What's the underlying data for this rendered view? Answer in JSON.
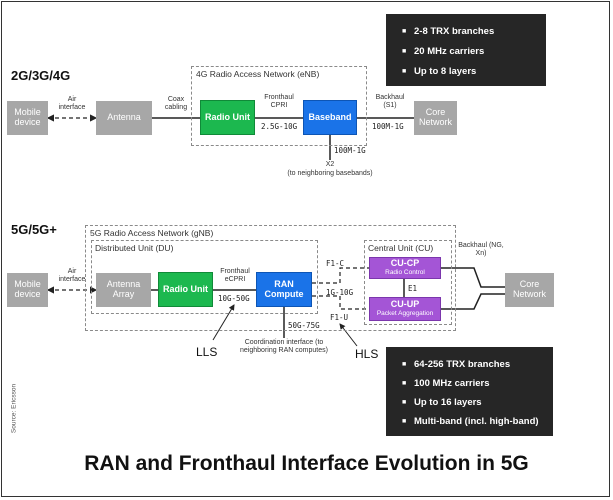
{
  "top": {
    "generation": "2G/3G/4G",
    "ran_title": "4G Radio Access Network (eNB)",
    "mobile_device": "Mobile device",
    "air_interface": "Air interface",
    "antenna": "Antenna",
    "coax": "Coax cabling",
    "radio_unit": "Radio Unit",
    "fronthaul": "Fronthaul CPRI",
    "fronthaul_speed": "2.5G-10G",
    "baseband": "Baseband",
    "backhaul": "Backhaul (S1)",
    "backhaul_speed": "100M-1G",
    "core": "Core Network",
    "x2_speed": "100M-1G",
    "x2": "X2",
    "x2_note": "(to neighboring basebands)",
    "specs": [
      "2-8 TRX branches",
      "20 MHz carriers",
      "Up to 8 layers"
    ]
  },
  "bottom": {
    "generation": "5G/5G+",
    "ran_title": "5G Radio Access Network (gNB)",
    "du_title": "Distributed Unit (DU)",
    "cu_title": "Central Unit (CU)",
    "mobile_device": "Mobile device",
    "air_interface": "Air interface",
    "antenna_array": "Antenna Array",
    "radio_unit": "Radio Unit",
    "fronthaul": "Fronthaul eCPRI",
    "fronthaul_speed": "10G-50G",
    "ran_compute": "RAN Compute",
    "f1c": "F1-C",
    "f1u": "F1-U",
    "midhaul_speed": "1G-10G",
    "cu_cp": "CU-CP",
    "cu_cp_sub": "Radio Control",
    "e1": "E1",
    "cu_up": "CU-UP",
    "cu_up_sub": "Packet Aggregation",
    "backhaul": "Backhaul (NG, Xn)",
    "core": "Core Network",
    "coord_speed": "50G-75G",
    "coord_note": "Coordination interface (to neighboring RAN computes)",
    "lls": "LLS",
    "hls": "HLS",
    "specs": [
      "64-256 TRX branches",
      "100 MHz carriers",
      "Up to 16 layers",
      "Multi-band (incl. high-band)"
    ]
  },
  "source": "Source: Ericsson",
  "caption": "RAN and Fronthaul Interface Evolution in 5G"
}
